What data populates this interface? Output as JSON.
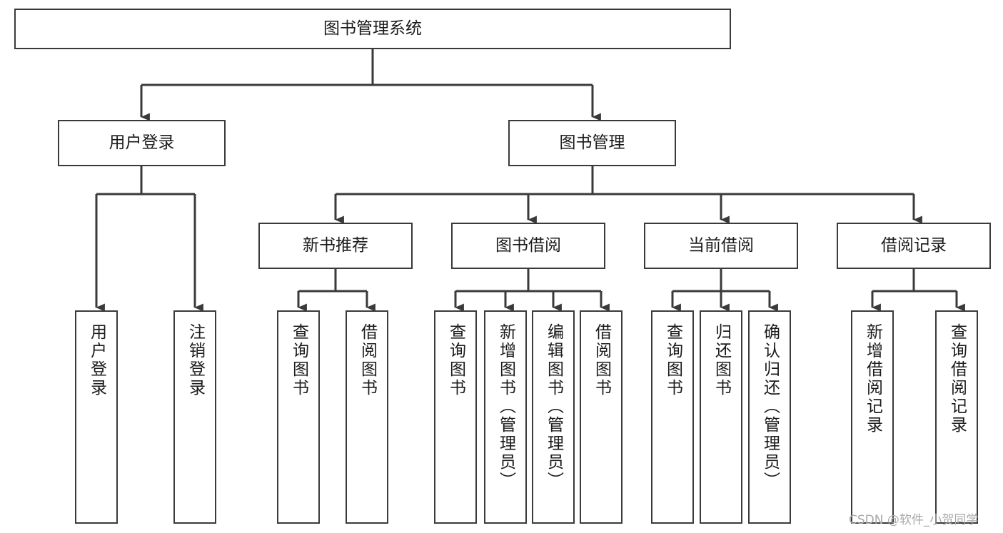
{
  "diagram": {
    "title": "图书管理系统",
    "type": "tree-structure-chart",
    "orientation": "top-down",
    "line_color": "#3a3a3a",
    "box_fill": "#ffffff",
    "text_color": "#1b1b1b"
  },
  "root": {
    "label": "图书管理系统"
  },
  "level2": [
    {
      "label": "用户登录"
    },
    {
      "label": "图书管理"
    }
  ],
  "level3": [
    {
      "label": "新书推荐"
    },
    {
      "label": "图书借阅"
    },
    {
      "label": "当前借阅"
    },
    {
      "label": "借阅记录"
    }
  ],
  "leaves": {
    "user_login": [
      {
        "label": "用户登录"
      },
      {
        "label": "注销登录"
      }
    ],
    "new_book_recommend": [
      {
        "label": "查询图书"
      },
      {
        "label": "借阅图书"
      }
    ],
    "book_borrow": [
      {
        "label": "查询图书"
      },
      {
        "label": "新增图书（管理员）"
      },
      {
        "label": "编辑图书（管理员）"
      },
      {
        "label": "借阅图书"
      }
    ],
    "current_borrow": [
      {
        "label": "查询图书"
      },
      {
        "label": "归还图书"
      },
      {
        "label": "确认归还（管理员）"
      }
    ],
    "borrow_record": [
      {
        "label": "新增借阅记录"
      },
      {
        "label": "查询借阅记录"
      }
    ]
  },
  "watermark": {
    "text": "CSDN @软件_小贺同学"
  }
}
